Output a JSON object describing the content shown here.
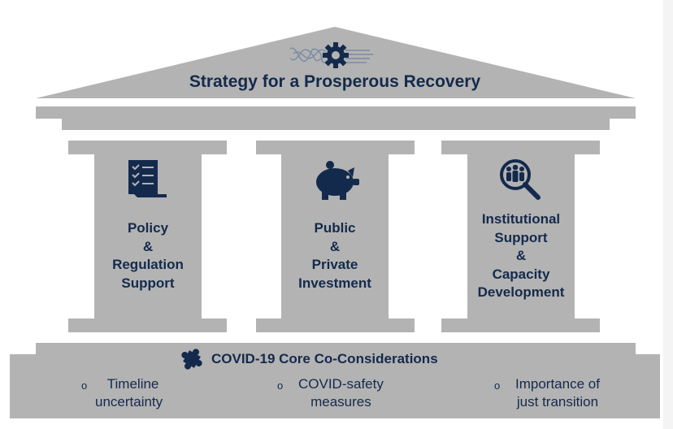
{
  "title": "Strategy for a  Prosperous Recovery",
  "colors": {
    "stone": "#b3b3b3",
    "navy": "#142a4c"
  },
  "pillars": [
    {
      "icon": "checklist-icon",
      "lines": [
        "Policy",
        "&",
        "Regulation",
        "Support"
      ]
    },
    {
      "icon": "piggy-bank-icon",
      "lines": [
        "Public",
        "&",
        "Private",
        "Investment"
      ]
    },
    {
      "icon": "people-magnifier-icon",
      "lines": [
        "Institutional",
        "Support",
        "&",
        "Capacity",
        "Development"
      ]
    }
  ],
  "foundation": {
    "heading": "COVID-19 Core Co-Considerations",
    "icon": "puzzle-piece-icon",
    "bullet_marker": "o",
    "bullets": [
      [
        "Timeline",
        "uncertainty"
      ],
      [
        "COVID-safety",
        "measures"
      ],
      [
        "Importance of",
        "just transition"
      ]
    ]
  }
}
